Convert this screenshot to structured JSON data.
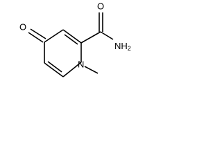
{
  "molecule": {
    "atoms": {
      "ring_nitrogen": "N",
      "ketone_oxygen": "O",
      "amide_oxygen": "O",
      "amide_nitrogen_main": "NH",
      "amide_nitrogen_sub": "2"
    }
  }
}
